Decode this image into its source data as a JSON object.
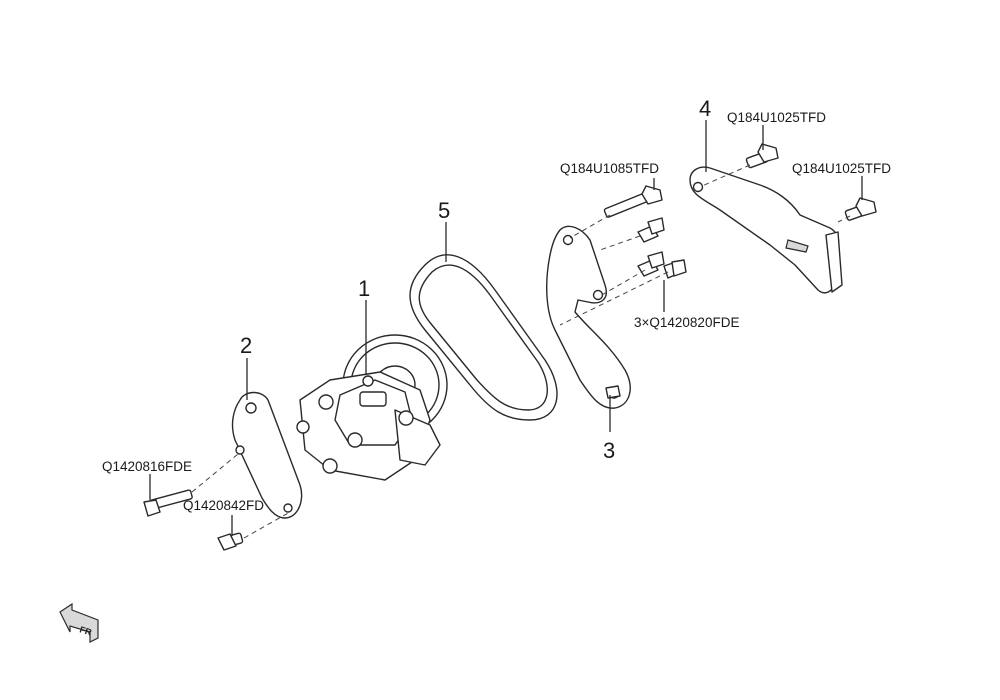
{
  "callouts": {
    "pump": "1",
    "bracket_left": "2",
    "bracket_lower": "3",
    "bracket_upper": "4",
    "belt": "5"
  },
  "part_numbers": {
    "bolt_top_1": "Q184U1025TFD",
    "bolt_top_2": "Q184U1025TFD",
    "bolt_long": "Q184U1085TFD",
    "bolts_triple": "3×Q1420820FDE",
    "bolt_left_1": "Q1420816FDE",
    "bolt_left_2": "Q1420842FD"
  },
  "direction_marker": "FR"
}
